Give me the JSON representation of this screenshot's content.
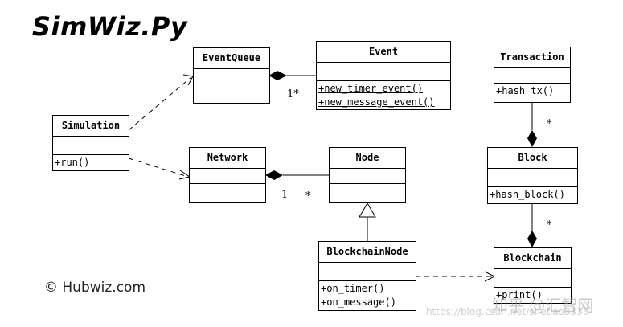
{
  "title": "SimWiz.Py",
  "copyright": "© Hubwiz.com",
  "watermark": {
    "brand": "知乎 @汇智网",
    "url": "https://blog.csdn.net/shebao3333"
  },
  "classes": {
    "eventqueue": {
      "name": "EventQueue",
      "ops": []
    },
    "event": {
      "name": "Event",
      "ops": [
        "+new_timer_event()",
        "+new_message_event()"
      ]
    },
    "simulation": {
      "name": "Simulation",
      "ops": [
        "+run()"
      ]
    },
    "network": {
      "name": "Network",
      "ops": []
    },
    "node": {
      "name": "Node",
      "ops": []
    },
    "blockchainnode": {
      "name": "BlockchainNode",
      "ops": [
        "+on_timer()",
        "+on_message()"
      ]
    },
    "transaction": {
      "name": "Transaction",
      "ops": [
        "+hash_tx()"
      ]
    },
    "block": {
      "name": "Block",
      "ops": [
        "+hash_block()"
      ]
    },
    "blockchain": {
      "name": "Blockchain",
      "ops": [
        "+print()"
      ]
    }
  },
  "multiplicities": {
    "eventqueue_event": "1*",
    "network_one": "1",
    "network_many": "*",
    "tx_block": "*",
    "block_chain": "*"
  }
}
